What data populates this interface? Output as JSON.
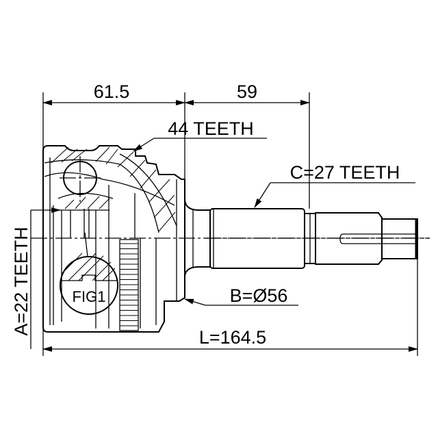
{
  "dimensions": {
    "housing_length": "61.5",
    "shaft_length": "59",
    "total_length": "L=164.5"
  },
  "callouts": {
    "abs_ring": "44 TEETH",
    "outer_spline": "C=27 TEETH",
    "seal_diameter": "B=Ø56",
    "inner_spline": "A=22 TEETH",
    "detail": "FIG1"
  },
  "colors": {
    "line": "#000000",
    "background": "#ffffff"
  }
}
